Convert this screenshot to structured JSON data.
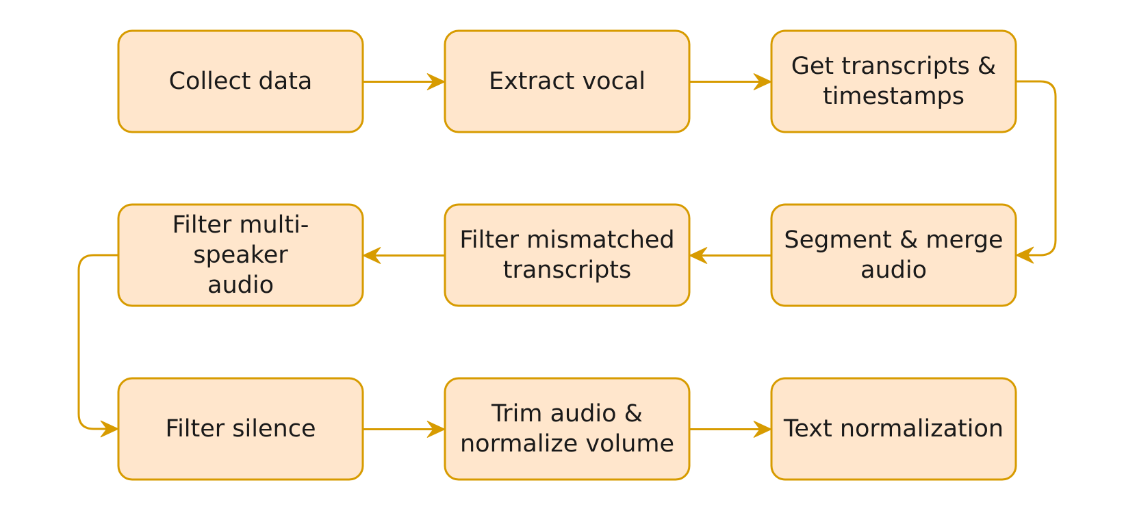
{
  "colors": {
    "box_fill": "#ffe6cc",
    "box_stroke": "#d79b00",
    "arrow": "#d79b00",
    "text": "#1a1a1a",
    "background": "#ffffff"
  },
  "nodes": [
    {
      "id": "collect-data",
      "lines": [
        "Collect data"
      ]
    },
    {
      "id": "extract-vocal",
      "lines": [
        "Extract vocal"
      ]
    },
    {
      "id": "get-transcripts-timestamps",
      "lines": [
        "Get transcripts &",
        "timestamps"
      ]
    },
    {
      "id": "segment-merge-audio",
      "lines": [
        "Segment & merge",
        "audio"
      ]
    },
    {
      "id": "filter-mismatched-transcripts",
      "lines": [
        "Filter mismatched",
        "transcripts"
      ]
    },
    {
      "id": "filter-multi-speaker-audio",
      "lines": [
        "Filter multi-",
        "speaker",
        "audio"
      ]
    },
    {
      "id": "filter-silence",
      "lines": [
        "Filter silence"
      ]
    },
    {
      "id": "trim-audio-normalize-volume",
      "lines": [
        "Trim audio &",
        "normalize volume"
      ]
    },
    {
      "id": "text-normalization",
      "lines": [
        "Text normalization"
      ]
    }
  ],
  "edges": [
    {
      "from": "collect-data",
      "to": "extract-vocal"
    },
    {
      "from": "extract-vocal",
      "to": "get-transcripts-timestamps"
    },
    {
      "from": "get-transcripts-timestamps",
      "to": "segment-merge-audio"
    },
    {
      "from": "segment-merge-audio",
      "to": "filter-mismatched-transcripts"
    },
    {
      "from": "filter-mismatched-transcripts",
      "to": "filter-multi-speaker-audio"
    },
    {
      "from": "filter-multi-speaker-audio",
      "to": "filter-silence"
    },
    {
      "from": "filter-silence",
      "to": "trim-audio-normalize-volume"
    },
    {
      "from": "trim-audio-normalize-volume",
      "to": "text-normalization"
    }
  ]
}
